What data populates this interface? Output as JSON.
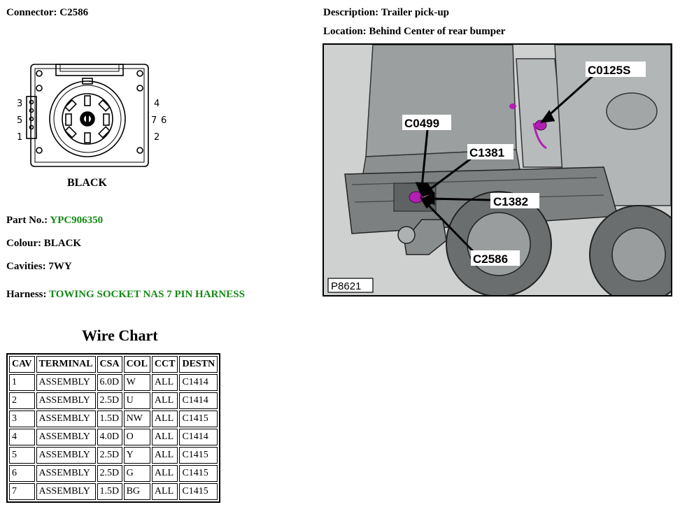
{
  "connector": {
    "label": "Connector:",
    "value": "C2586",
    "drawing_caption": "BLACK",
    "pin_labels": [
      "3",
      "5",
      "1",
      "4",
      "7",
      "6",
      "2"
    ]
  },
  "description": {
    "label": "Description:",
    "value": "Trailer pick-up"
  },
  "location": {
    "label": "Location:",
    "value": "Behind Center of rear bumper"
  },
  "part_no": {
    "label": "Part No.:",
    "value": "YPC906350"
  },
  "colour": {
    "label": "Colour:",
    "value": "BLACK"
  },
  "cavities": {
    "label": "Cavities:",
    "value": "7WY"
  },
  "harness": {
    "label": "Harness:",
    "value": "TOWING SOCKET NAS 7 PIN HARNESS"
  },
  "photo": {
    "callouts": [
      "C0125S",
      "C0499",
      "C1381",
      "C1382",
      "C2586"
    ],
    "ref_code": "P8621"
  },
  "wire_chart": {
    "title": "Wire Chart",
    "headers": [
      "CAV",
      "TERMINAL",
      "CSA",
      "COL",
      "CCT",
      "DESTN"
    ],
    "rows": [
      [
        "1",
        "ASSEMBLY",
        "6.0D",
        "W",
        "ALL",
        "C1414"
      ],
      [
        "2",
        "ASSEMBLY",
        "2.5D",
        "U",
        "ALL",
        "C1414"
      ],
      [
        "3",
        "ASSEMBLY",
        "1.5D",
        "NW",
        "ALL",
        "C1415"
      ],
      [
        "4",
        "ASSEMBLY",
        "4.0D",
        "O",
        "ALL",
        "C1414"
      ],
      [
        "5",
        "ASSEMBLY",
        "2.5D",
        "Y",
        "ALL",
        "C1415"
      ],
      [
        "6",
        "ASSEMBLY",
        "2.5D",
        "G",
        "ALL",
        "C1415"
      ],
      [
        "7",
        "ASSEMBLY",
        "1.5D",
        "BG",
        "ALL",
        "C1415"
      ]
    ]
  },
  "colors": {
    "value_green": "#138a13",
    "highlight_magenta": "#b21fb2"
  }
}
